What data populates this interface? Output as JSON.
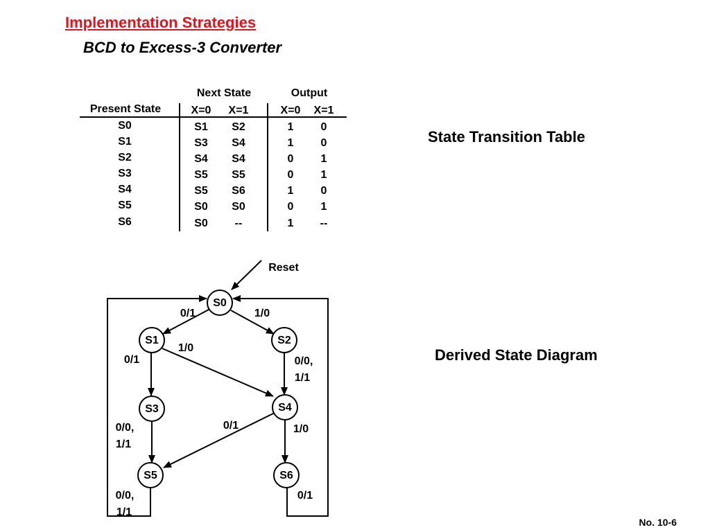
{
  "title": "Implementation Strategies",
  "subtitle": "BCD to Excess-3 Converter",
  "table_label": "State Transition Table",
  "diagram_label": "Derived State Diagram",
  "slide_number": "No. 10-6",
  "table": {
    "header_next_state": "Next State",
    "header_output": "Output",
    "header_present_state": "Present State",
    "sub_headers": [
      "X=0",
      "X=1",
      "X=0",
      "X=1"
    ],
    "rows": [
      [
        "S0",
        "S1",
        "S2",
        "1",
        "0"
      ],
      [
        "S1",
        "S3",
        "S4",
        "1",
        "0"
      ],
      [
        "S2",
        "S4",
        "S4",
        "0",
        "1"
      ],
      [
        "S3",
        "S5",
        "S5",
        "0",
        "1"
      ],
      [
        "S4",
        "S5",
        "S6",
        "1",
        "0"
      ],
      [
        "S5",
        "S0",
        "S0",
        "0",
        "1"
      ],
      [
        "S6",
        "S0",
        "--",
        "1",
        "--"
      ]
    ]
  },
  "diagram": {
    "reset_label": "Reset",
    "nodes": [
      "S0",
      "S1",
      "S2",
      "S3",
      "S4",
      "S5",
      "S6"
    ],
    "edge_labels": {
      "s0_s1": "0/1",
      "s0_s2": "1/0",
      "s1_s4": "1/0",
      "s1_s3": "0/1",
      "s2_s4_a": "0/0,",
      "s2_s4_b": "1/1",
      "s3_s5_a": "0/0,",
      "s3_s5_b": "1/1",
      "s4_s5": "0/1",
      "s4_s6": "1/0",
      "s5_s0_a": "0/0,",
      "s5_s0_b": "1/1",
      "s6_s0": "0/1"
    }
  }
}
